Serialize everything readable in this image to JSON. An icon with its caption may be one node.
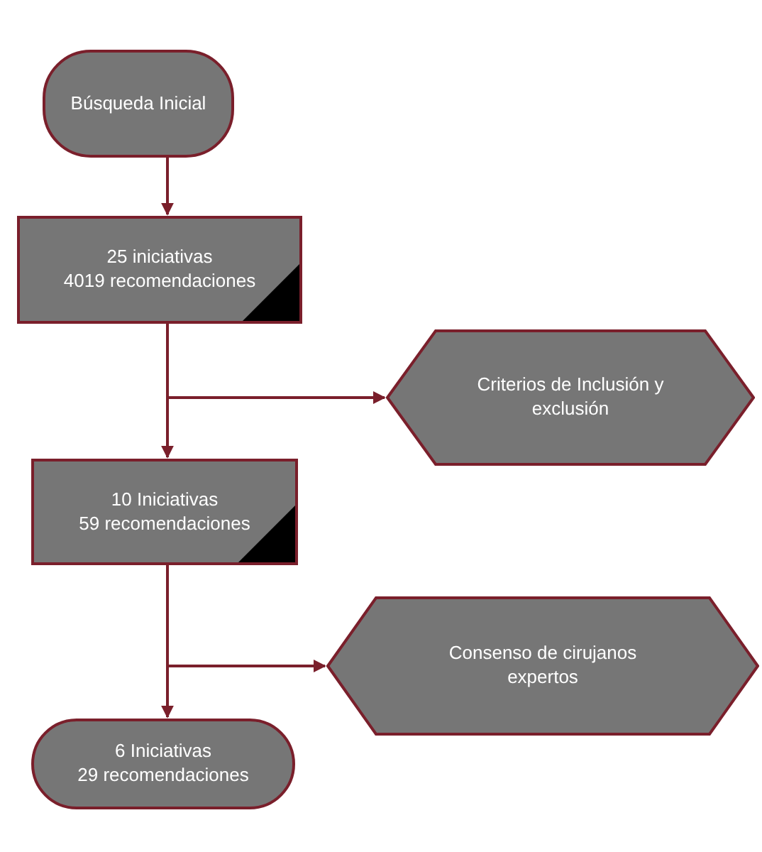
{
  "diagram": {
    "nodes": [
      {
        "text": [
          "Búsqueda Inicial"
        ]
      },
      {
        "text": [
          "25 iniciativas",
          "4019 recomendaciones"
        ]
      },
      {
        "text": [
          "Criterios de Inclusión y exclusión"
        ]
      },
      {
        "text": [
          "10 Iniciativas",
          "59 recomendaciones"
        ]
      },
      {
        "text": [
          "Consenso de cirujanos expertos"
        ]
      },
      {
        "text": [
          "6 Iniciativas",
          "29 recomendaciones"
        ]
      }
    ],
    "edges": [
      {
        "from": 0,
        "to": 1,
        "arrow": "to"
      },
      {
        "from": 1,
        "to": 3,
        "arrow": "to"
      },
      {
        "from": 1,
        "to": 2,
        "arrow": "to"
      },
      {
        "from": 3,
        "to": 5,
        "arrow": "to"
      },
      {
        "from": 3,
        "to": 4,
        "arrow": "to"
      }
    ]
  }
}
